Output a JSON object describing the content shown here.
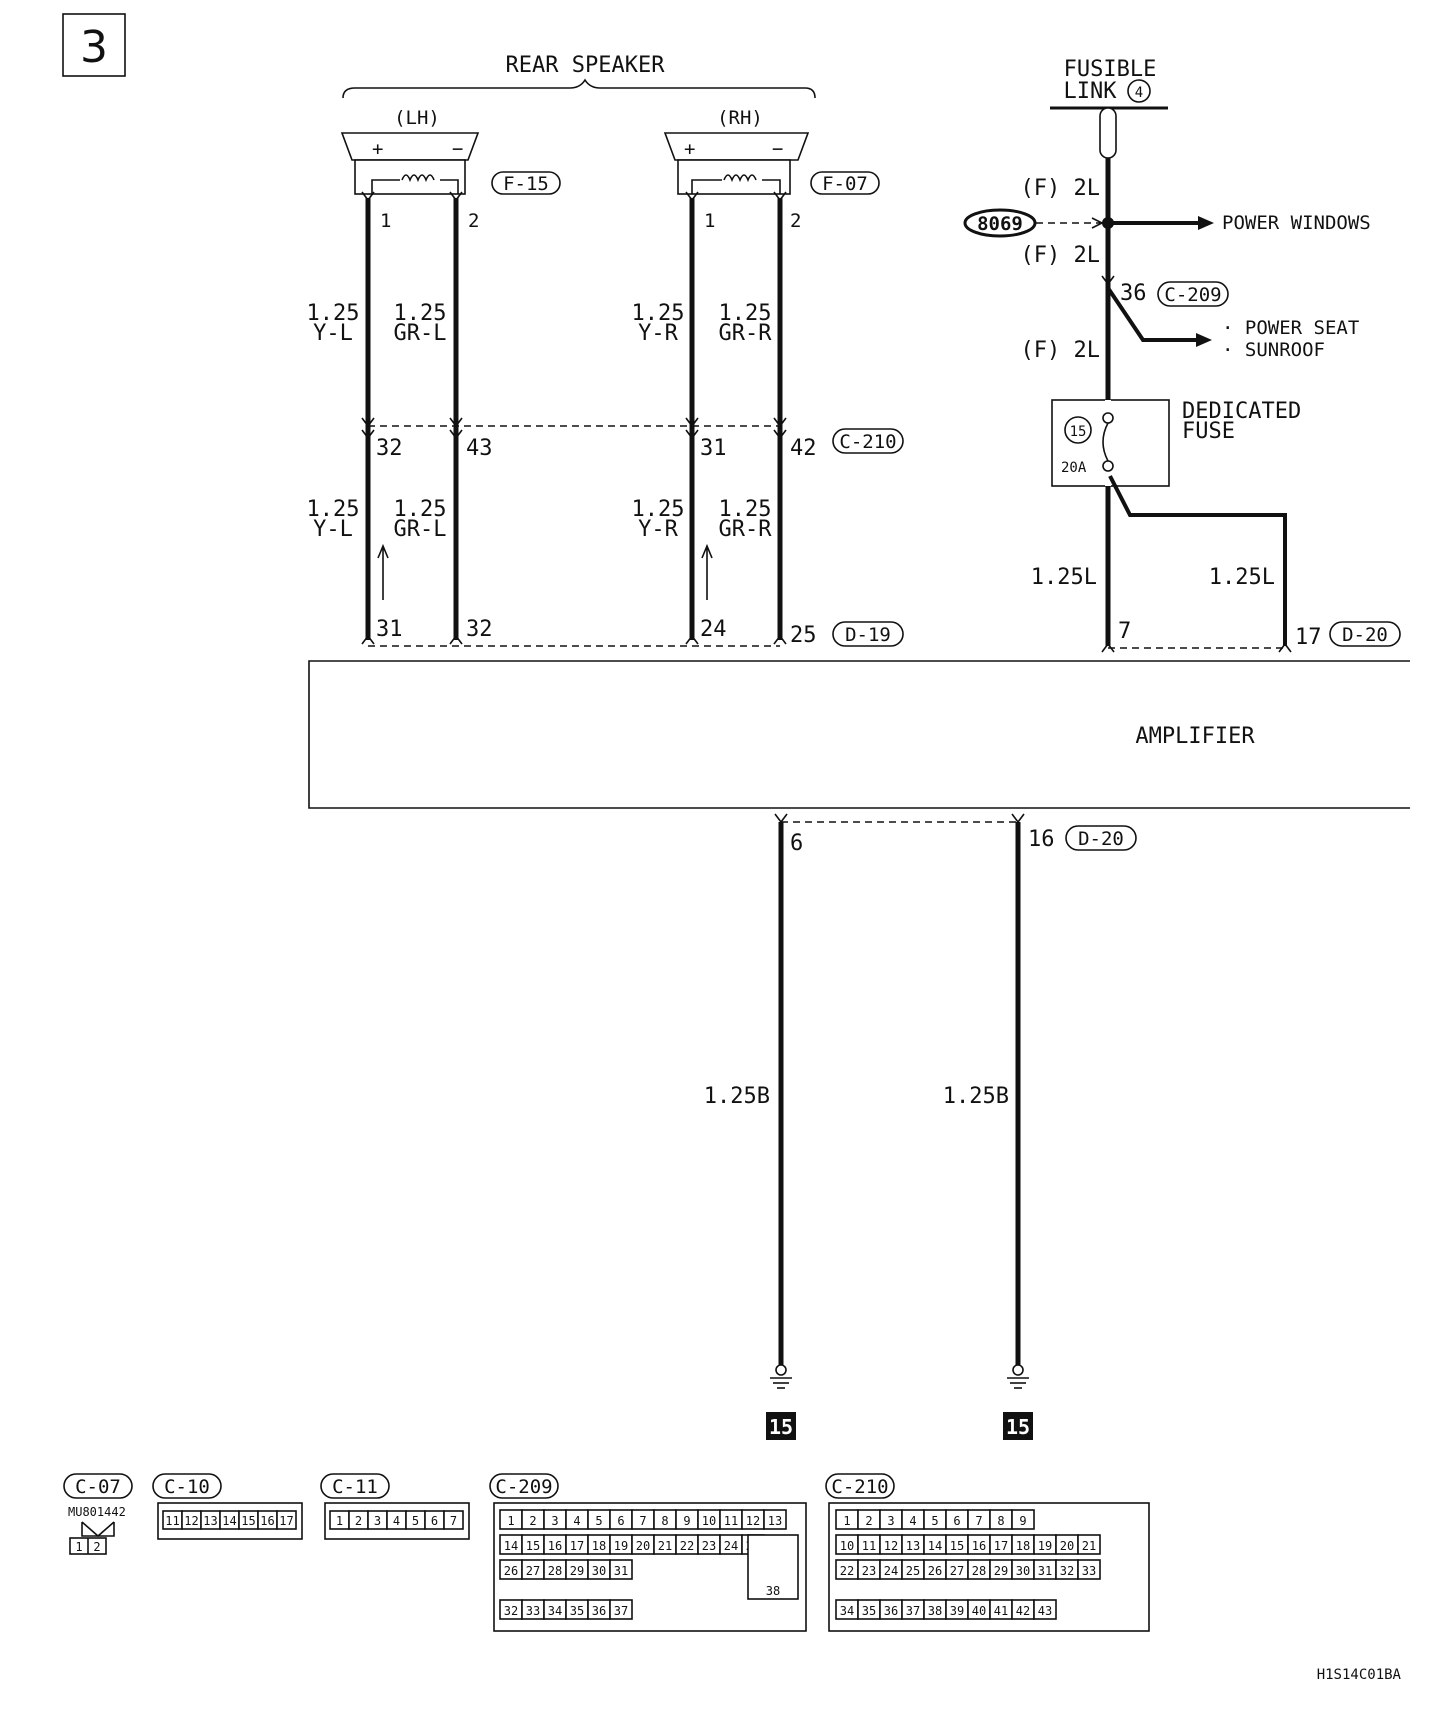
{
  "page": {
    "section_number": "3",
    "figure_code": "H1S14C01BA"
  },
  "speakers": {
    "title": "REAR SPEAKER",
    "lh": {
      "side": "(LH)",
      "connector": "F-15",
      "plus": "+",
      "minus": "−",
      "pin1": "1",
      "pin2": "2"
    },
    "rh": {
      "side": "(RH)",
      "connector": "F-07",
      "plus": "+",
      "minus": "−",
      "pin1": "1",
      "pin2": "2"
    }
  },
  "wires": {
    "lh_pos": {
      "size": "1.25",
      "color": "Y-L"
    },
    "lh_neg": {
      "size": "1.25",
      "color": "GR-L"
    },
    "rh_pos": {
      "size": "1.25",
      "color": "Y-R"
    },
    "rh_neg": {
      "size": "1.25",
      "color": "GR-R"
    },
    "power_2l": "(F) 2L",
    "amp_power": "1.25L",
    "ground": "1.25B"
  },
  "c210": {
    "connector": "C-210",
    "pins": [
      "32",
      "43",
      "31",
      "42"
    ]
  },
  "d19": {
    "connector": "D-19",
    "pins": [
      "31",
      "32",
      "24",
      "25"
    ]
  },
  "power": {
    "fusible_link_line1": "FUSIBLE",
    "fusible_link_line2": "LINK",
    "fusible_link_number": "4",
    "splice": "8069",
    "power_windows": "POWER WINDOWS",
    "c209_pin": "36",
    "c209": "C-209",
    "branch_1": "· POWER SEAT",
    "branch_2": "· SUNROOF",
    "fuse_line1": "DEDICATED",
    "fuse_line2": "FUSE",
    "fuse_number": "15",
    "fuse_rating": "20A",
    "amp_pin_a": "7",
    "amp_pin_b": "17",
    "amp_connector": "D-20"
  },
  "amplifier": {
    "label": "AMPLIFIER"
  },
  "ground_side": {
    "pin_a": "6",
    "pin_b": "16",
    "connector": "D-20",
    "ground_point": "15"
  },
  "connector_views": {
    "c07": {
      "label": "C-07",
      "part": "MU801442",
      "pins": [
        "1",
        "2"
      ]
    },
    "c10": {
      "label": "C-10",
      "pins": [
        "11",
        "12",
        "13",
        "14",
        "15",
        "16",
        "17"
      ]
    },
    "c11": {
      "label": "C-11",
      "pins": [
        "1",
        "2",
        "3",
        "4",
        "5",
        "6",
        "7"
      ]
    },
    "c209": {
      "label": "C-209",
      "row1": [
        "1",
        "2",
        "3",
        "4",
        "5",
        "6",
        "7",
        "8",
        "9",
        "10",
        "11",
        "12",
        "13"
      ],
      "row2": [
        "14",
        "15",
        "16",
        "17",
        "18",
        "19",
        "20",
        "21",
        "22",
        "23",
        "24",
        "25"
      ],
      "row3": [
        "26",
        "27",
        "28",
        "29",
        "30",
        "31"
      ],
      "row4": [
        "32",
        "33",
        "34",
        "35",
        "36",
        "37"
      ],
      "big": "38"
    },
    "c210": {
      "label": "C-210",
      "row1": [
        "1",
        "2",
        "3",
        "4",
        "5",
        "6",
        "7",
        "8",
        "9"
      ],
      "row2": [
        "10",
        "11",
        "12",
        "13",
        "14",
        "15",
        "16",
        "17",
        "18",
        "19",
        "20",
        "21"
      ],
      "row3": [
        "22",
        "23",
        "24",
        "25",
        "26",
        "27",
        "28",
        "29",
        "30",
        "31",
        "32",
        "33"
      ],
      "row4": [
        "34",
        "35",
        "36",
        "37",
        "38",
        "39",
        "40",
        "41",
        "42",
        "43"
      ]
    }
  }
}
